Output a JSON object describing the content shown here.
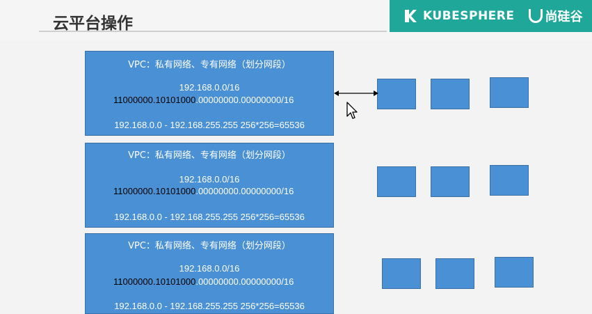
{
  "header": {
    "title": "云平台操作",
    "brand_name": "KUBESPHERE",
    "brand_name_2": "尚硅谷",
    "brand_color": "#1fa89a"
  },
  "vpcs": [
    {
      "title": "VPC：私有网络、专有网络（划分网段）",
      "ip": "192.168.0.0/16",
      "bin_highlight": "11000000.10101000",
      "bin_rest": ".00000000.00000000/16",
      "range": "192.168.0.0 - 192.168.255.255  256*256=65536"
    },
    {
      "title": "VPC：私有网络、专有网络（划分网段）",
      "ip": "192.168.0.0/16",
      "bin_highlight": "11000000.10101000",
      "bin_rest": ".00000000.00000000/16",
      "range": "192.168.0.0 - 192.168.255.255  256*256=65536"
    },
    {
      "title": "VPC：私有网络、专有网络（划分网段）",
      "ip": "192.168.0.0/16",
      "bin_highlight": "11000000.10101000",
      "bin_rest": ".00000000.00000000/16",
      "range": "192.168.0.0 - 192.168.255.255  256*256=65536"
    }
  ],
  "colors": {
    "box_fill": "#4a90d4",
    "box_border": "#3a6fa8",
    "background": "#f3f3f3"
  },
  "icons": [
    "kubesphere-logo-icon",
    "atguigu-logo-icon",
    "double-arrow-icon",
    "mouse-cursor-icon"
  ]
}
